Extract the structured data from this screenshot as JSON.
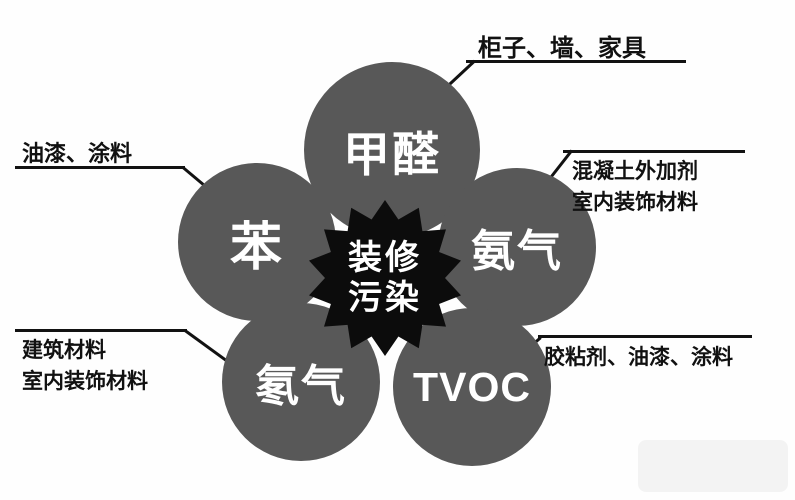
{
  "diagram_title": "装修污染",
  "center": {
    "label_line1": "装修",
    "label_line2": "污染"
  },
  "circles": [
    {
      "id": "formaldehyde",
      "label": "甲醛"
    },
    {
      "id": "benzene",
      "label": "苯"
    },
    {
      "id": "ammonia",
      "label": "氨气"
    },
    {
      "id": "radon",
      "label": "氡气"
    },
    {
      "id": "tvoc",
      "label": "TVOC"
    }
  ],
  "annotations": [
    {
      "for": "formaldehyde",
      "lines": [
        "柜子、墙、家具"
      ]
    },
    {
      "for": "benzene",
      "lines": [
        "油漆、涂料"
      ]
    },
    {
      "for": "ammonia",
      "lines": [
        "混凝土外加剂",
        "室内装饰材料"
      ]
    },
    {
      "for": "radon",
      "lines": [
        "建筑材料",
        "室内装饰材料"
      ]
    },
    {
      "for": "tvoc",
      "lines": [
        "胶粘剂、油漆、涂料"
      ]
    }
  ],
  "colors": {
    "background": "#fefefe",
    "circle_fill": "#585858",
    "center_fill": "#0c0c0c",
    "circle_text": "#ffffff",
    "annotation_text": "#111111",
    "line": "#121212"
  }
}
